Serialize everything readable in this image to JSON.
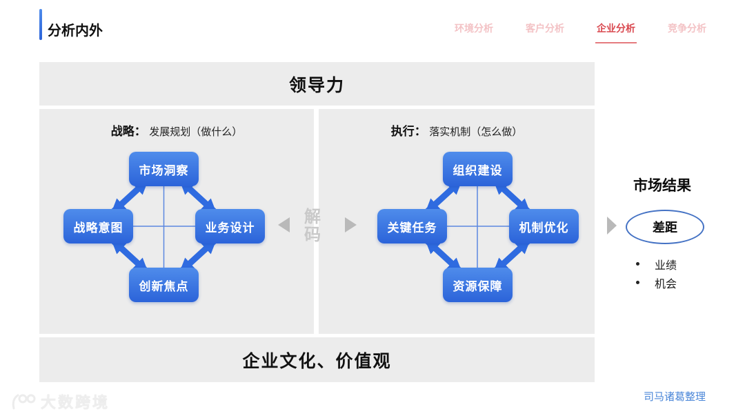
{
  "header": {
    "title": "分析内外",
    "tabs": [
      {
        "label": "环境分析",
        "active": false
      },
      {
        "label": "客户分析",
        "active": false
      },
      {
        "label": "企业分析",
        "active": true
      },
      {
        "label": "竞争分析",
        "active": false
      }
    ]
  },
  "diagram": {
    "leadership": "领导力",
    "culture": "企业文化、价值观",
    "decode": {
      "line1": "解",
      "line2": "码"
    },
    "strategy_panel": {
      "label_bold": "战略：",
      "label_rest": "发展规划（做什么）",
      "nodes": {
        "top": "市场洞察",
        "left": "战略意图",
        "right": "业务设计",
        "bottom": "创新焦点"
      }
    },
    "execution_panel": {
      "label_bold": "执行：",
      "label_rest": "落实机制（怎么做）",
      "nodes": {
        "top": "组织建设",
        "left": "关键任务",
        "right": "机制优化",
        "bottom": "资源保障"
      }
    }
  },
  "results": {
    "title": "市场结果",
    "gap_label": "差距",
    "bullets": [
      "业绩",
      "机会"
    ]
  },
  "footer": {
    "watermark": "大数跨境",
    "credit": "司马诸葛整理"
  },
  "colors": {
    "accent_blue": "#2b63d9",
    "node_blue_top": "#4f8ceb",
    "node_blue_bottom": "#2b63d9",
    "active_tab_red": "#d9474e",
    "inactive_tab_pink": "#f3c2c5",
    "panel_gray": "#ececec",
    "decode_gray": "#c9c9c9",
    "ellipse_border_blue": "#4472c4",
    "credit_blue": "#4a86d8"
  }
}
